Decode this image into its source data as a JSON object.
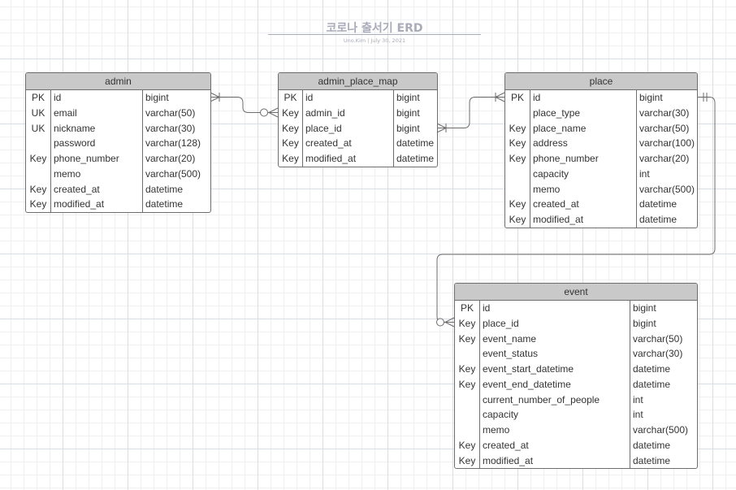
{
  "header": {
    "title": "코로나 출서기 ERD",
    "subtitle": "Uno.Kim  |  July 30, 2021"
  },
  "entities": [
    {
      "id": "admin",
      "name": "admin",
      "columns": [
        {
          "key": "PK",
          "name": "id",
          "type": "bigint"
        },
        {
          "key": "UK",
          "name": "email",
          "type": "varchar(50)"
        },
        {
          "key": "UK",
          "name": "nickname",
          "type": "varchar(30)"
        },
        {
          "key": "",
          "name": "password",
          "type": "varchar(128)"
        },
        {
          "key": "Key",
          "name": "phone_number",
          "type": "varchar(20)"
        },
        {
          "key": "",
          "name": "memo",
          "type": "varchar(500)"
        },
        {
          "key": "Key",
          "name": "created_at",
          "type": "datetime"
        },
        {
          "key": "Key",
          "name": "modified_at",
          "type": "datetime"
        }
      ]
    },
    {
      "id": "admin_place_map",
      "name": "admin_place_map",
      "columns": [
        {
          "key": "PK",
          "name": "id",
          "type": "bigint"
        },
        {
          "key": "Key",
          "name": "admin_id",
          "type": "bigint"
        },
        {
          "key": "Key",
          "name": "place_id",
          "type": "bigint"
        },
        {
          "key": "Key",
          "name": "created_at",
          "type": "datetime"
        },
        {
          "key": "Key",
          "name": "modified_at",
          "type": "datetime"
        }
      ]
    },
    {
      "id": "place",
      "name": "place",
      "columns": [
        {
          "key": "PK",
          "name": "id",
          "type": "bigint"
        },
        {
          "key": "",
          "name": "place_type",
          "type": "varchar(30)"
        },
        {
          "key": "Key",
          "name": "place_name",
          "type": "varchar(50)"
        },
        {
          "key": "Key",
          "name": "address",
          "type": "varchar(100)"
        },
        {
          "key": "Key",
          "name": "phone_number",
          "type": "varchar(20)"
        },
        {
          "key": "",
          "name": "capacity",
          "type": "int"
        },
        {
          "key": "",
          "name": "memo",
          "type": "varchar(500)"
        },
        {
          "key": "Key",
          "name": "created_at",
          "type": "datetime"
        },
        {
          "key": "Key",
          "name": "modified_at",
          "type": "datetime"
        }
      ]
    },
    {
      "id": "event",
      "name": "event",
      "columns": [
        {
          "key": "PK",
          "name": "id",
          "type": "bigint"
        },
        {
          "key": "Key",
          "name": "place_id",
          "type": "bigint"
        },
        {
          "key": "Key",
          "name": "event_name",
          "type": "varchar(50)"
        },
        {
          "key": "",
          "name": "event_status",
          "type": "varchar(30)"
        },
        {
          "key": "Key",
          "name": "event_start_datetime",
          "type": "datetime"
        },
        {
          "key": "Key",
          "name": "event_end_datetime",
          "type": "datetime"
        },
        {
          "key": "",
          "name": "current_number_of_people",
          "type": "int"
        },
        {
          "key": "",
          "name": "capacity",
          "type": "int"
        },
        {
          "key": "",
          "name": "memo",
          "type": "varchar(500)"
        },
        {
          "key": "Key",
          "name": "created_at",
          "type": "datetime"
        },
        {
          "key": "Key",
          "name": "modified_at",
          "type": "datetime"
        }
      ]
    }
  ],
  "relationships": [
    {
      "from": "admin",
      "to": "admin_place_map",
      "from_end": "one-or-many",
      "to_end": "zero-or-many"
    },
    {
      "from": "admin_place_map",
      "to": "place",
      "from_end": "one-or-many",
      "to_end": "one-or-many"
    },
    {
      "from": "place",
      "to": "event",
      "from_end": "exactly-one",
      "to_end": "zero-or-many"
    }
  ]
}
